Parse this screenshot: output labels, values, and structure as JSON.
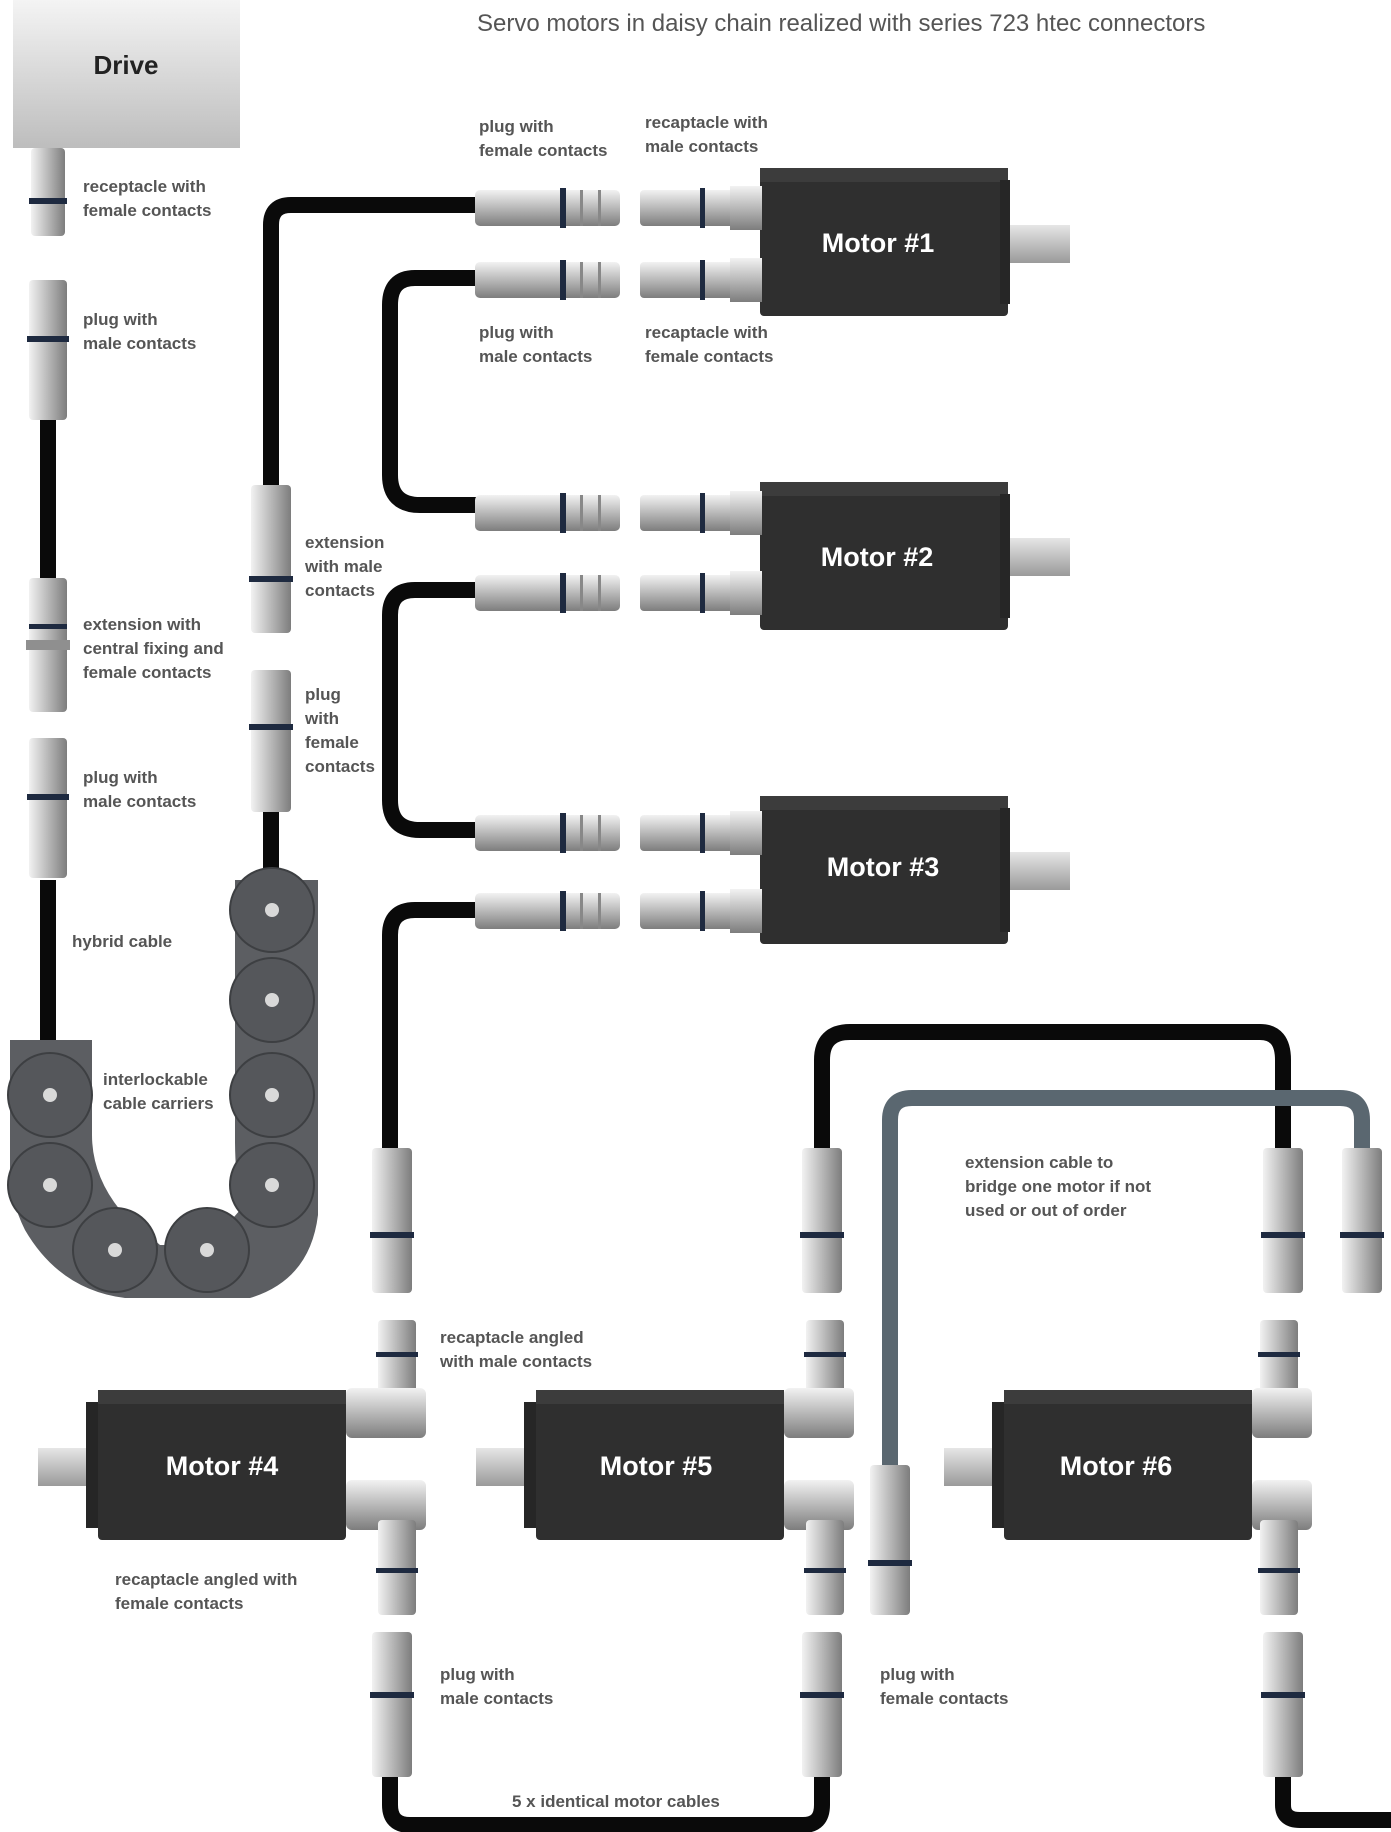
{
  "title": "Servo motors in daisy chain realized with series 723 htec connectors",
  "drive": {
    "label": "Drive"
  },
  "motors": [
    {
      "label": "Motor #1"
    },
    {
      "label": "Motor #2"
    },
    {
      "label": "Motor #3"
    },
    {
      "label": "Motor #4"
    },
    {
      "label": "Motor #5"
    },
    {
      "label": "Motor #6"
    }
  ],
  "labels": {
    "receptacle_female": [
      "receptacle with",
      "female contacts"
    ],
    "plug_male_top": [
      "plug with",
      "male contacts"
    ],
    "extension_central": [
      "extension with",
      "central fixing and",
      "female contacts"
    ],
    "plug_male_left": [
      "plug with",
      "male contacts"
    ],
    "hybrid_cable": [
      "hybrid cable"
    ],
    "cable_carriers": [
      "interlockable",
      "cable carriers"
    ],
    "extension_male": [
      "extension",
      "with male",
      "contacts"
    ],
    "plug_female_mid": [
      "plug",
      "with",
      "female",
      "contacts"
    ],
    "m1_plug_female": [
      "plug with",
      "female contacts"
    ],
    "m1_recep_male": [
      "recaptacle with",
      "male contacts"
    ],
    "m1_plug_male": [
      "plug with",
      "male contacts"
    ],
    "m1_recep_female": [
      "recaptacle with",
      "female contacts"
    ],
    "angled_male": [
      "recaptacle angled",
      "with male contacts"
    ],
    "angled_female": [
      "recaptacle angled with",
      "female contacts"
    ],
    "bottom_plug_male": [
      "plug with",
      "male contacts"
    ],
    "bottom_plug_female": [
      "plug with",
      "female contacts"
    ],
    "extension_bridge": [
      "extension cable to",
      "bridge one motor if not",
      "used or out of order"
    ],
    "motor_cables": [
      "5 x identical motor cables"
    ]
  },
  "colors": {
    "motor_body": "#2f2f2f",
    "cable": "#0a0a0a",
    "bridge_cable": "#5a6770",
    "carrier": "#5c5e62",
    "connector": "#c9c9c9"
  }
}
